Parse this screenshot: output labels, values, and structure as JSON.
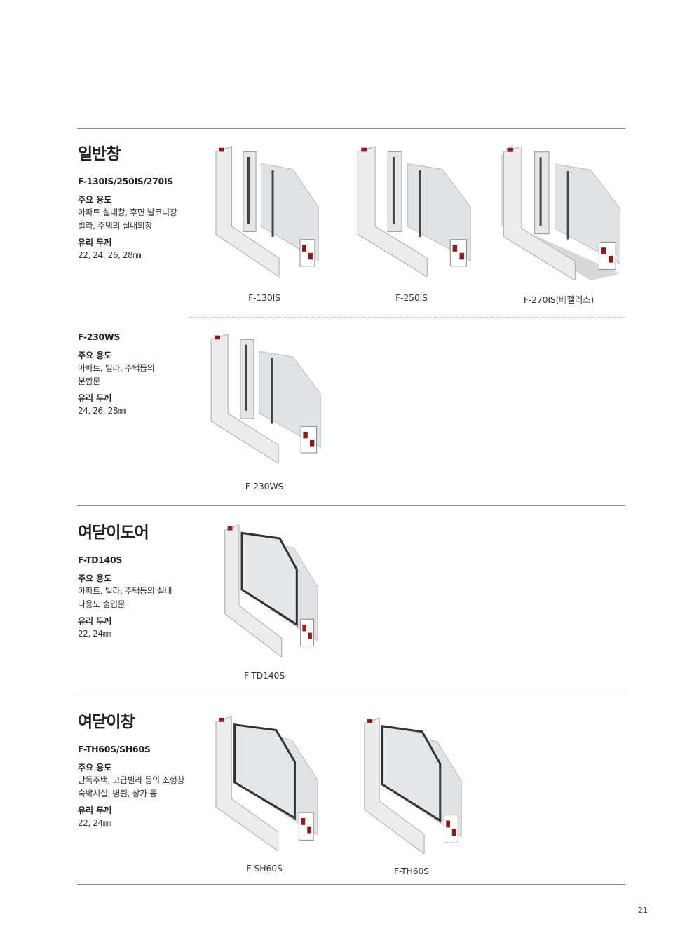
{
  "sections": [
    {
      "title": "일반창",
      "groups": [
        {
          "code": "F-130IS/250IS/270IS",
          "use_label": "주요 용도",
          "use": [
            "아파트 실내창, 후면 발코니창",
            "빌라, 주택의 실내외창"
          ],
          "glass_label": "유리 두께",
          "glass": "22, 24, 26, 28㎜"
        },
        {
          "code": "F-230WS",
          "use_label": "주요 용도",
          "use": [
            "아파트, 빌라, 주택등의",
            "분합문"
          ],
          "glass_label": "유리 두께",
          "glass": "24, 26, 28㎜"
        }
      ]
    },
    {
      "title": "여닫이도어",
      "groups": [
        {
          "code": "F-TD140S",
          "use_label": "주요 용도",
          "use": [
            "아파트, 빌라, 주택등의 실내",
            "다용도 출입문"
          ],
          "glass_label": "유리 두께",
          "glass": "22, 24㎜"
        }
      ]
    },
    {
      "title": "여닫이창",
      "groups": [
        {
          "code": "F-TH60S/SH60S",
          "use_label": "주요 용도",
          "use": [
            "단독주택, 고급빌라 등의 소형창",
            "숙박시설, 병원, 상가 등"
          ],
          "glass_label": "유리 두께",
          "glass": "22, 24㎜"
        }
      ]
    }
  ],
  "products": [
    "F-130IS",
    "F-250IS",
    "F-270IS(베젤리스)",
    "F-230WS",
    "F-TD140S",
    "F-SH60S",
    "F-TH60S"
  ],
  "page_number": "21"
}
